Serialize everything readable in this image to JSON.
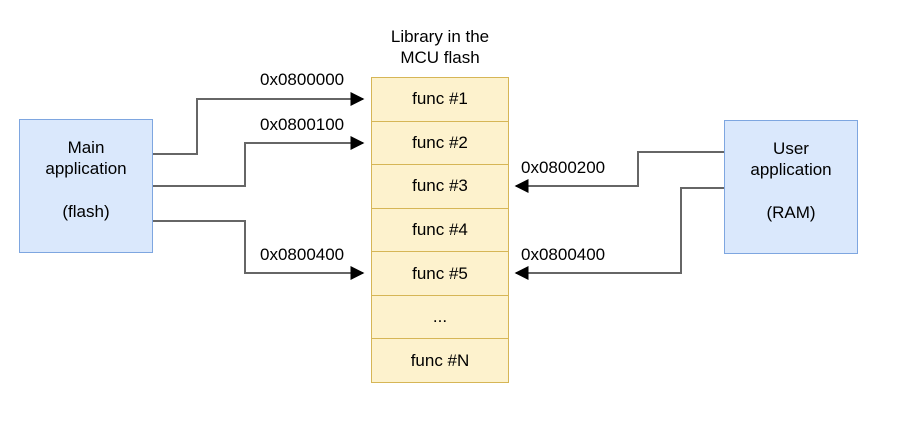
{
  "diagram": {
    "title": "Library in the MCU flash",
    "caption": "Library in the\nMCU flash",
    "colors": {
      "app_fill": "#dae8fc",
      "app_stroke": "#7ea6e0",
      "library_fill": "#fdf2cd",
      "library_stroke": "#d6b656",
      "connector": "#666666",
      "arrowhead": "#000000",
      "background": "#ffffff",
      "text": "#000000"
    }
  },
  "main_application": {
    "title": "Main\napplication",
    "subtitle": "(flash)"
  },
  "user_application": {
    "title": "User\napplication",
    "subtitle": "(RAM)"
  },
  "library": {
    "rows": [
      {
        "label": "func #1"
      },
      {
        "label": "func #2"
      },
      {
        "label": "func #3"
      },
      {
        "label": "func #4"
      },
      {
        "label": "func #5"
      },
      {
        "label": "..."
      },
      {
        "label": "func #N"
      }
    ]
  },
  "connectors": {
    "from_main": [
      {
        "address": "0x0800000",
        "target_row": "func #1",
        "direction": "right"
      },
      {
        "address": "0x0800100",
        "target_row": "func #2",
        "direction": "right"
      },
      {
        "address": "0x0800400",
        "target_row": "func #5",
        "direction": "right"
      }
    ],
    "from_user": [
      {
        "address": "0x0800200",
        "target_row": "func #3",
        "direction": "left"
      },
      {
        "address": "0x0800400",
        "target_row": "func #5",
        "direction": "left"
      }
    ]
  }
}
